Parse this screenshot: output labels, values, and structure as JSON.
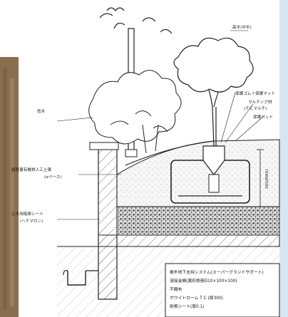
{
  "labels": {
    "tall_tree": "高木(中木)",
    "shrub": "低木",
    "protective_rubber": "保護ゴム＋保護マット",
    "mulching": "マルチング材",
    "mulching_sub": "(チビマルチ)",
    "protective_pad": "保護パット",
    "artificial_soil": "超軽量有機質人工土壌",
    "artificial_soil_sub": "(αベース)",
    "drain_sheet": "土木用暗渠シート",
    "drain_sheet_sub": "(ヘチマロン)",
    "depth_dim": "565(MAX)"
  },
  "notes": [
    "樹木地下支持システム(スーパーグランドサポート)",
    "溶接金網(異形鉄筋D10×100×100)",
    "不織布",
    "ホワイトローム T C (厚300)",
    "耐根シート(厚0.1)"
  ],
  "colors": {
    "line": "#2a2a2a",
    "fill_light": "#f4f4f4",
    "building_left": "#8a6e4e",
    "sky_right": "#d8e6f2"
  }
}
